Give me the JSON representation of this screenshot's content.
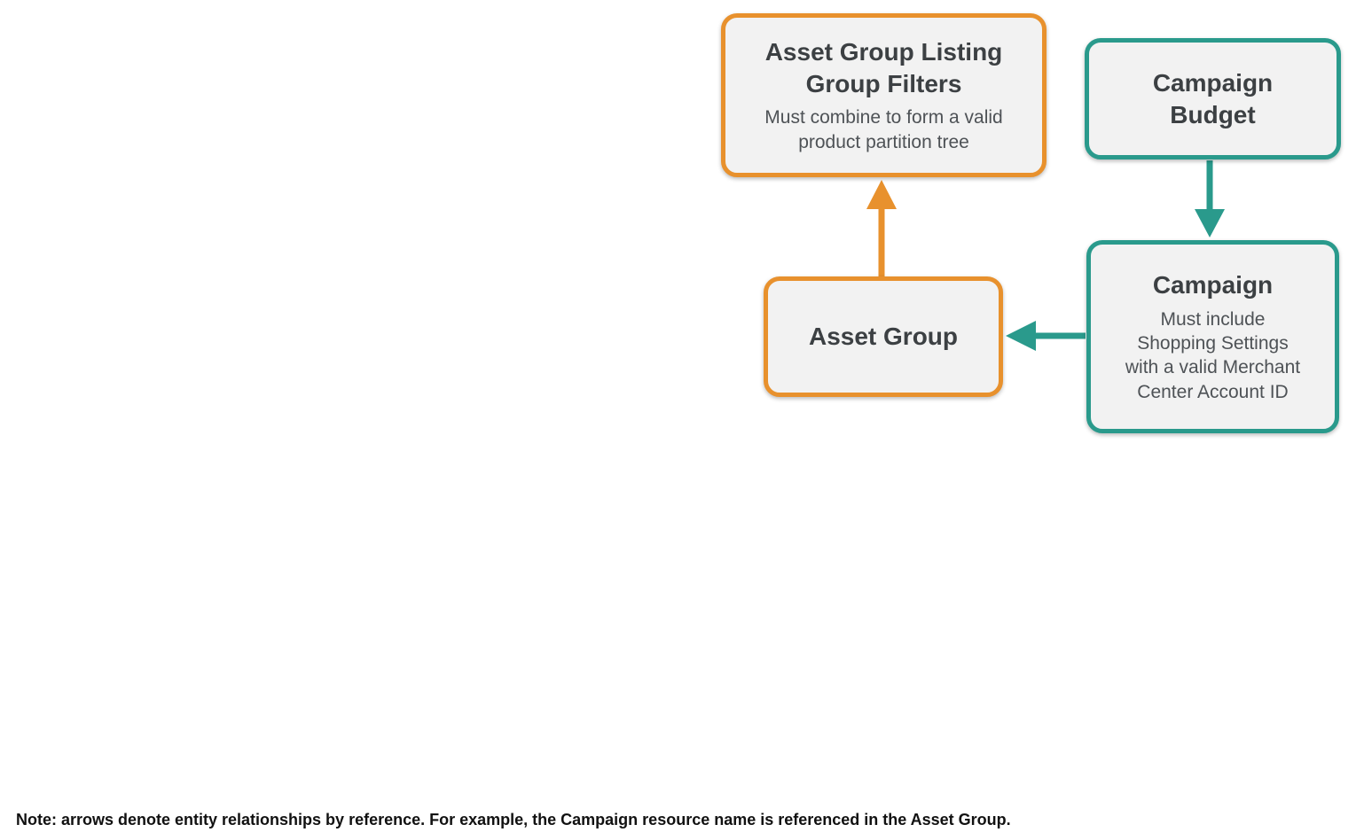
{
  "diagram": {
    "nodes": [
      {
        "id": "asset-group-listing-group-filters",
        "title": "Asset Group Listing\nGroup Filters",
        "subtitle": "Must combine to form a valid\nproduct partition tree",
        "accent": "orange"
      },
      {
        "id": "campaign-budget",
        "title": "Campaign\nBudget",
        "subtitle": "",
        "accent": "teal"
      },
      {
        "id": "campaign",
        "title": "Campaign",
        "subtitle": "Must include\nShopping Settings\nwith a valid Merchant\nCenter Account ID",
        "accent": "teal"
      },
      {
        "id": "asset-group",
        "title": "Asset Group",
        "subtitle": "",
        "accent": "orange"
      }
    ],
    "edges": [
      {
        "from": "asset-group",
        "to": "asset-group-listing-group-filters",
        "color": "#E8912D"
      },
      {
        "from": "campaign-budget",
        "to": "campaign",
        "color": "#2A9A8C"
      },
      {
        "from": "campaign",
        "to": "asset-group",
        "color": "#2A9A8C"
      }
    ],
    "colors": {
      "orange": "#E8912D",
      "teal": "#2A9A8C",
      "box_fill": "#F2F2F2",
      "title_text": "#3C4043",
      "subtitle_text": "#4E5256"
    }
  },
  "note": "Note: arrows denote entity relationships by reference. For example, the Campaign resource name is referenced in the Asset Group."
}
